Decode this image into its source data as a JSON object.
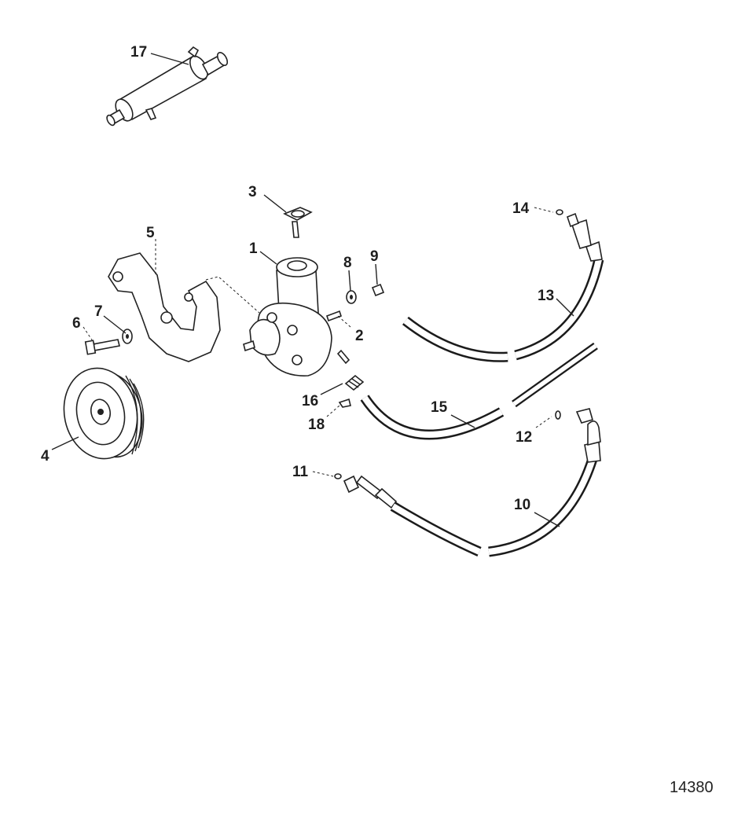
{
  "diagram": {
    "figure_number": "14380",
    "callouts": [
      {
        "id": "1",
        "part": "power-steering-pump"
      },
      {
        "id": "2",
        "part": "pump-stud"
      },
      {
        "id": "3",
        "part": "reservoir-cap-dipstick"
      },
      {
        "id": "4",
        "part": "pulley"
      },
      {
        "id": "5",
        "part": "mounting-bracket"
      },
      {
        "id": "6",
        "part": "bolt"
      },
      {
        "id": "7",
        "part": "washer"
      },
      {
        "id": "8",
        "part": "washer"
      },
      {
        "id": "9",
        "part": "nut"
      },
      {
        "id": "10",
        "part": "pressure-hose"
      },
      {
        "id": "11",
        "part": "o-ring"
      },
      {
        "id": "12",
        "part": "o-ring"
      },
      {
        "id": "13",
        "part": "return-hose-fitting"
      },
      {
        "id": "14",
        "part": "o-ring"
      },
      {
        "id": "15",
        "part": "return-hose"
      },
      {
        "id": "16",
        "part": "fitting"
      },
      {
        "id": "17",
        "part": "oil-cooler"
      },
      {
        "id": "18",
        "part": "clamp"
      }
    ]
  }
}
